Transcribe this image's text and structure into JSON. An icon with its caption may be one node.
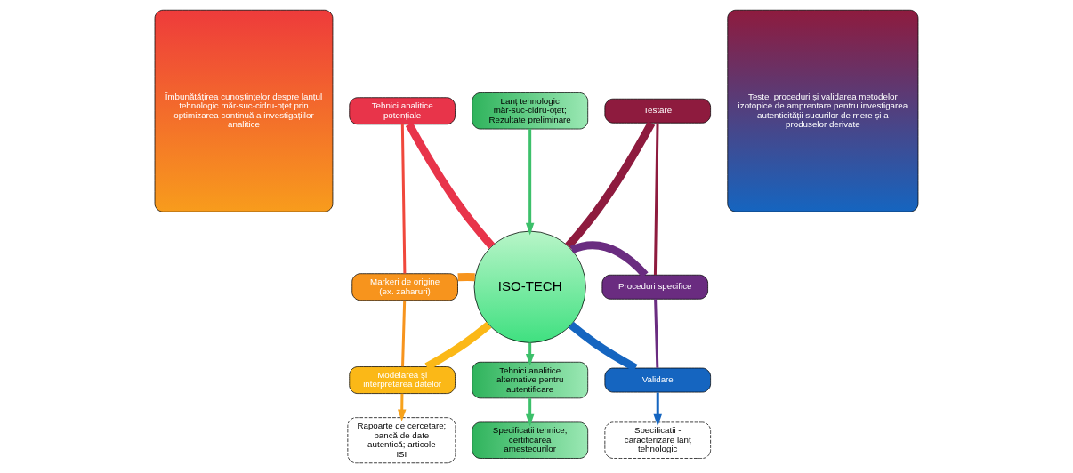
{
  "diagram": {
    "nodes": [
      {
        "text": [
          "Îmbunătățirea cunoștințelor despre lanțul tehnologic măr-suc-cidru-oțet prin optimizarea continuă a investigațiilor analitice"
        ]
      },
      {
        "text": [
          "Tehnici analitice potențiale"
        ]
      },
      {
        "text": [
          "Markeri de origine (ex. zaharuri)"
        ]
      },
      {
        "text": [
          "Modelarea și interpretarea datelor"
        ]
      },
      {
        "text": [
          "Rapoarte de cercetare; bancă de date autentică; articole ISI"
        ]
      },
      {
        "text": [
          "Lanț tehnologic măr-suc-cidru-oțet; Rezultate preliminare"
        ]
      },
      {
        "text": [
          "ISO-TECH"
        ]
      },
      {
        "text": [
          "Tehnici analitice alternative pentru autentificare"
        ]
      },
      {
        "text": [
          "Specificatii tehnice; certificarea amestecurilor"
        ]
      },
      {
        "text": [
          "Testare"
        ]
      },
      {
        "text": [
          "Proceduri specifice"
        ]
      },
      {
        "text": [
          "Validare"
        ]
      },
      {
        "text": [
          "Specificatii - caracterizare lanț tehnologic"
        ]
      },
      {
        "text": [
          "Teste, proceduri și validarea metodelor izotopice de amprentare pentru investigarea autenticității sucurilor de mere și a produselor derivate"
        ]
      }
    ],
    "edges": [
      {
        "from": 1,
        "to": 2,
        "arrow": "none",
        "color": "#f0483c"
      },
      {
        "from": 2,
        "to": 3,
        "arrow": "none",
        "color": "#f7941d"
      },
      {
        "from": 3,
        "to": 4,
        "arrow": "to",
        "color": "#f7a21b"
      },
      {
        "from": 1,
        "to": 6,
        "arrow": "none",
        "style": "thick",
        "color": "#e8344a"
      },
      {
        "from": 2,
        "to": 6,
        "arrow": "none",
        "style": "thick",
        "color": "#f7941d"
      },
      {
        "from": 3,
        "to": 6,
        "arrow": "none",
        "style": "thick",
        "color": "#fbb817"
      },
      {
        "from": 5,
        "to": 6,
        "arrow": "to"
      },
      {
        "from": 6,
        "to": 7,
        "arrow": "to"
      },
      {
        "from": 7,
        "to": 8,
        "arrow": "to"
      },
      {
        "from": 6,
        "to": 9,
        "arrow": "none",
        "style": "thick",
        "color": "#8e1b3e"
      },
      {
        "from": 6,
        "to": 10,
        "arrow": "none",
        "style": "thick",
        "color": "#6a2c80"
      },
      {
        "from": 6,
        "to": 11,
        "arrow": "none",
        "style": "thick",
        "color": "#1565c0"
      },
      {
        "from": 9,
        "to": 10,
        "arrow": "none",
        "color": "#8e1b3e"
      },
      {
        "from": 10,
        "to": 11,
        "arrow": "none",
        "color": "#6a2c80"
      },
      {
        "from": 11,
        "to": 12,
        "arrow": "to",
        "color": "#1565c0"
      }
    ]
  }
}
